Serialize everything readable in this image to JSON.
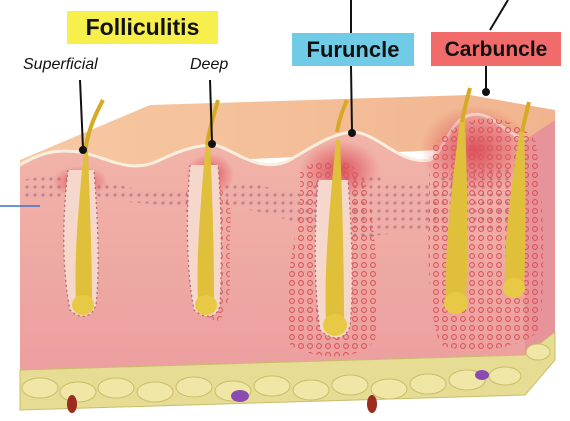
{
  "labels": {
    "folliculitis": "Folliculitis",
    "superficial": "Superficial",
    "deep": "Deep",
    "furuncle": "Furuncle",
    "carbuncle": "Carbuncle"
  },
  "colors": {
    "folliculitis_bg": "#f7ef4c",
    "furuncle_bg": "#6fcbe6",
    "carbuncle_bg": "#f26b6b",
    "dermis": "#f0a7a4",
    "epidermis_top": "#f3c29a",
    "fat": "#e9e09a",
    "hair": "#d9b12a",
    "pus": "#e65a5a"
  }
}
